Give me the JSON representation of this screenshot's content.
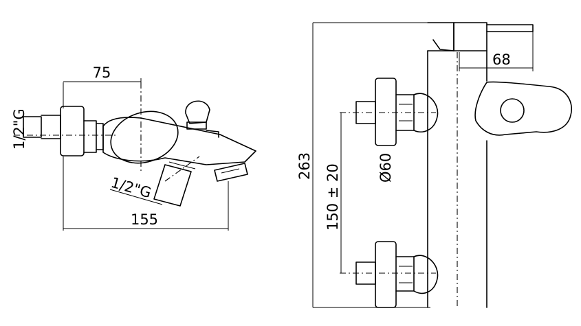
{
  "drawing": {
    "side_view": {
      "dim_top": "75",
      "dim_bottom": "155",
      "thread_left": "1/2\"G",
      "thread_bottom": "1/2\"G"
    },
    "front_view": {
      "dim_height": "263",
      "dim_projection": "68",
      "dim_centres": "150 ± 20",
      "dim_diameter": "Ø60"
    }
  }
}
